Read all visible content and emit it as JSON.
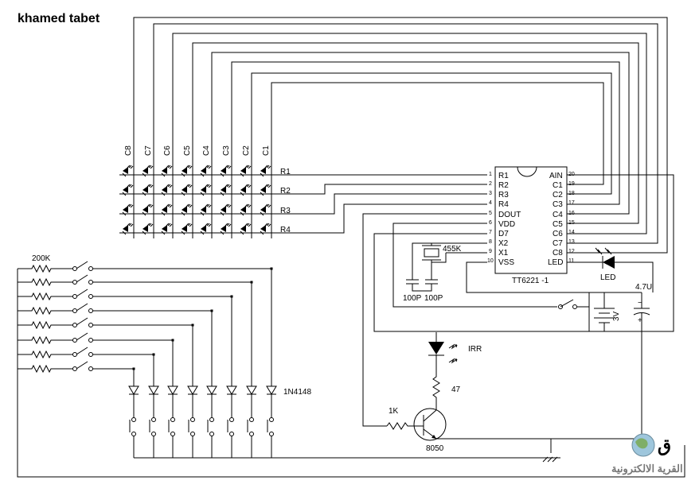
{
  "title": "khamed tabet",
  "ic": {
    "name": "TT6221 -1",
    "left_pins": [
      {
        "no": "1",
        "name": "R1"
      },
      {
        "no": "2",
        "name": "R2"
      },
      {
        "no": "3",
        "name": "R3"
      },
      {
        "no": "4",
        "name": "R4"
      },
      {
        "no": "5",
        "name": "DOUT"
      },
      {
        "no": "6",
        "name": "VDD"
      },
      {
        "no": "7",
        "name": "D7"
      },
      {
        "no": "8",
        "name": "X2"
      },
      {
        "no": "9",
        "name": "X1"
      },
      {
        "no": "10",
        "name": "VSS"
      }
    ],
    "right_pins": [
      {
        "no": "20",
        "name": "AIN"
      },
      {
        "no": "19",
        "name": "C1"
      },
      {
        "no": "18",
        "name": "C2"
      },
      {
        "no": "17",
        "name": "C3"
      },
      {
        "no": "16",
        "name": "C4"
      },
      {
        "no": "15",
        "name": "C5"
      },
      {
        "no": "14",
        "name": "C6"
      },
      {
        "no": "13",
        "name": "C7"
      },
      {
        "no": "12",
        "name": "C8"
      },
      {
        "no": "11",
        "name": "LED"
      }
    ]
  },
  "matrix": {
    "columns": [
      "C8",
      "C7",
      "C6",
      "C5",
      "C4",
      "C3",
      "C2",
      "C1"
    ],
    "rows": [
      "R1",
      "R2",
      "R3",
      "R4"
    ]
  },
  "components": {
    "resistor_bank": "200K",
    "diodes": "1N4148",
    "crystal": "455K",
    "cap1": "100P",
    "cap2": "100P",
    "led": "LED",
    "electrolytic": "4.7U",
    "battery": "3V",
    "ir_led": "IRR",
    "resistor_ir": "47",
    "resistor_base": "1K",
    "transistor": "8050"
  },
  "polarity": {
    "minus": "−",
    "plus": "+"
  },
  "logo": {
    "text": "القرية الالكترونية",
    "mark": "ق"
  }
}
